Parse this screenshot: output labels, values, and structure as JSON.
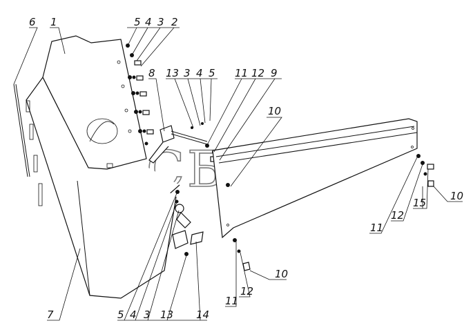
{
  "watermark": "СБЈІМ",
  "callouts": {
    "c1": "1",
    "c2": "2",
    "c3a": "3",
    "c4a": "4",
    "c5a": "5",
    "c6": "6",
    "c7": "7",
    "c8": "8",
    "c13a": "13",
    "c3b": "3",
    "c4b": "4",
    "c5b": "5",
    "c11a": "11",
    "c12a": "12",
    "c9": "9",
    "c10a": "10",
    "c10b": "10",
    "c11b": "11",
    "c12b": "12",
    "c15": "15",
    "c11c": "11",
    "c12c": "12",
    "c10c": "10",
    "c5c": "5",
    "c4c": "4",
    "c3c": "3",
    "c13b": "13",
    "c14": "14"
  }
}
